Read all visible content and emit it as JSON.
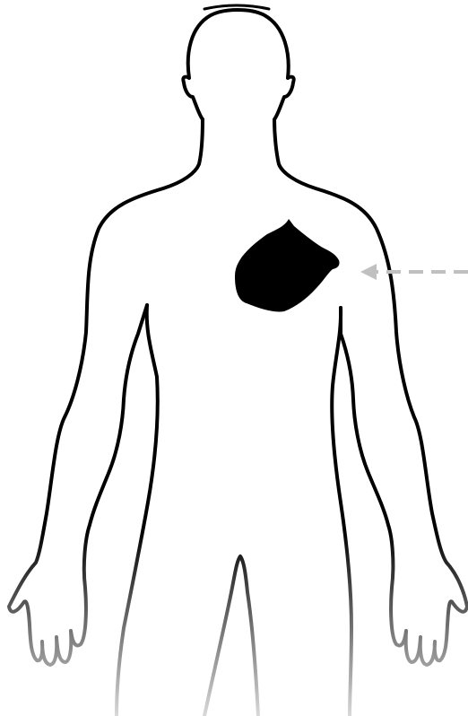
{
  "diagram": {
    "colors": {
      "background": "#ffffff",
      "outline": "#000000",
      "outline_fade_end": "#d9d9d9",
      "marked_region": "#000000",
      "arrow": "#c0c0c0"
    },
    "elements": {
      "body_outline": "human-torso-front-view",
      "marked_region": "left-upper-chest-area",
      "arrow": "dashed-arrow-pointing-left"
    }
  }
}
